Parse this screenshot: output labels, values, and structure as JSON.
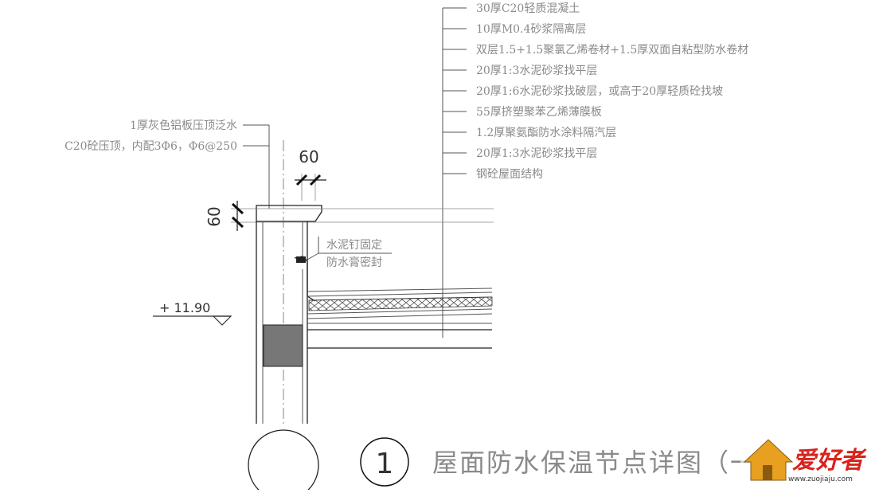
{
  "layer_labels": [
    "30厚C20轻质混凝土",
    "10厚M0.4砂浆隔离层",
    "双层1.5+1.5聚氯乙烯卷材+1.5厚双面自粘型防水卷材",
    "20厚1:3水泥砂浆找平层",
    "20厚1:6水泥砂浆找破层，或高于20厚轻质砼找坡",
    "55厚挤塑聚苯乙烯薄膜板",
    "1.2厚聚氨酯防水涂料隔汽层",
    "20厚1:3水泥砂浆找平层",
    "钢砼屋面结构"
  ],
  "left_labels": [
    "1厚灰色铝板压顶泛水",
    "C20砼压顶，内配3Φ6，Φ6@250"
  ],
  "dimensions": {
    "top": "60",
    "side": "60"
  },
  "detail_notes": [
    "水泥钉固定",
    "防水膏密封"
  ],
  "elevation": "+ 11.90",
  "detail_number": "1",
  "drawing_title": "屋面防水保温节点详图（一）",
  "watermark": {
    "brand": "爱好者",
    "url": "www.zuojiaju.com"
  },
  "colors": {
    "line": "#555555",
    "label": "#8a8a8a",
    "concrete_fill": "#777777",
    "watermark_red": "#d9231d"
  }
}
